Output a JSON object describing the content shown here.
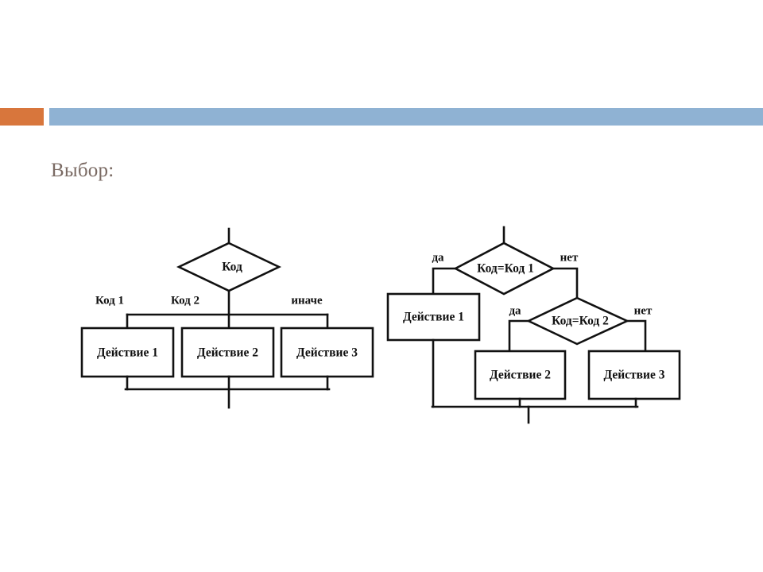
{
  "slide": {
    "background_color": "#ffffff",
    "accent_orange": "#d8763c",
    "accent_blue": "#8fb2d3",
    "title": "Выбор:",
    "title_color": "#7a6a63"
  },
  "diagram_left": {
    "name": "case-select-flowchart",
    "decision": "Код",
    "branch_labels": [
      "Код 1",
      "Код 2",
      "иначе"
    ],
    "actions": [
      "Действие 1",
      "Действие 2",
      "Действие 3"
    ]
  },
  "diagram_right": {
    "name": "nested-if-flowchart",
    "decisions": [
      "Код=Код 1",
      "Код=Код 2"
    ],
    "yes_label": "да",
    "no_label": "нет",
    "branch_labels": [
      "да",
      "нет",
      "да",
      "нет"
    ],
    "actions": [
      "Действие 1",
      "Действие 2",
      "Действие 3"
    ]
  }
}
